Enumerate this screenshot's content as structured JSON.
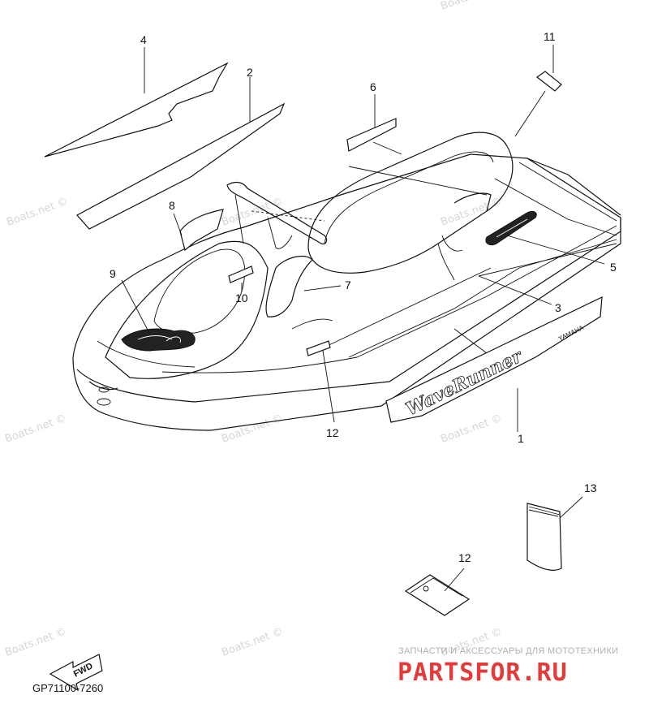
{
  "callouts": [
    "1",
    "2",
    "3",
    "4",
    "5",
    "6",
    "7",
    "8",
    "9",
    "10",
    "11",
    "12",
    "12",
    "13"
  ],
  "part_code": "GP71100-7260",
  "watermark": "Boats.net ©",
  "decal_text": {
    "brand_script": "WaveRunner",
    "maker": "YAMAHA",
    "fwd": "FWD"
  },
  "shop": {
    "tagline": "ЗАПЧАСТИ И АКСЕССУАРЫ ДЛЯ МОТОТЕХНИКИ",
    "logo": "PARTSFOR.RU",
    "logo_color": "#e33a3a"
  }
}
